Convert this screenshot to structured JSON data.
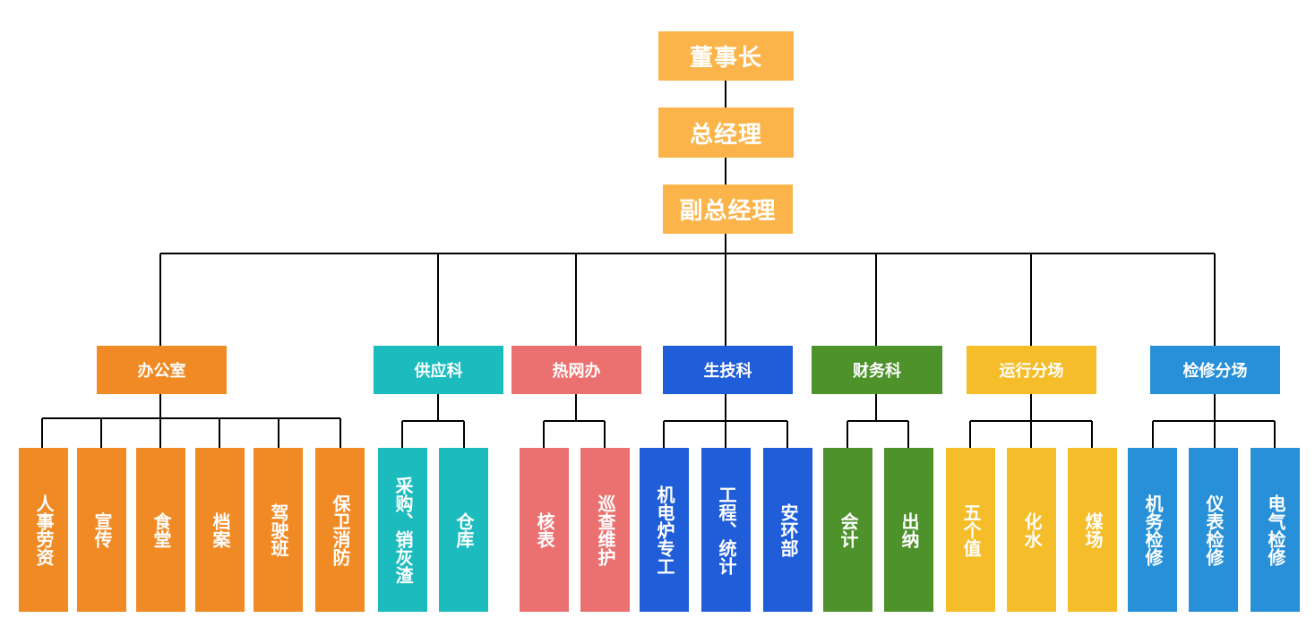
{
  "colors": {
    "exec": "#FBB44A",
    "office": "#F08A24",
    "supply": "#1CBCBE",
    "heat": "#EB7170",
    "tech": "#1F5ED8",
    "finance": "#4E922C",
    "operation": "#F5BD29",
    "maintenance": "#2790D8",
    "line": "#000000"
  },
  "executives": {
    "chairman": "董事长",
    "general_manager": "总经理",
    "deputy_general_manager": "副总经理"
  },
  "departments": [
    {
      "label": "办公室",
      "color": "office",
      "units": [
        "人事劳资",
        "宣传",
        "食堂",
        "档案",
        "驾驶班",
        "保卫消防"
      ]
    },
    {
      "label": "供应科",
      "color": "supply",
      "units": [
        "采购、销灰渣",
        "仓库"
      ]
    },
    {
      "label": "热网办",
      "color": "heat",
      "units": [
        "核表",
        "巡查维护"
      ]
    },
    {
      "label": "生技科",
      "color": "tech",
      "units": [
        "机电炉专工",
        "工程、统计",
        "安环部"
      ]
    },
    {
      "label": "财务科",
      "color": "finance",
      "units": [
        "会计",
        "出纳"
      ]
    },
    {
      "label": "运行分场",
      "color": "operation",
      "units": [
        "五个值",
        "化水",
        "煤场"
      ]
    },
    {
      "label": "检修分场",
      "color": "maintenance",
      "units": [
        "机务检修",
        "仪表检修",
        "电气检修"
      ]
    }
  ]
}
